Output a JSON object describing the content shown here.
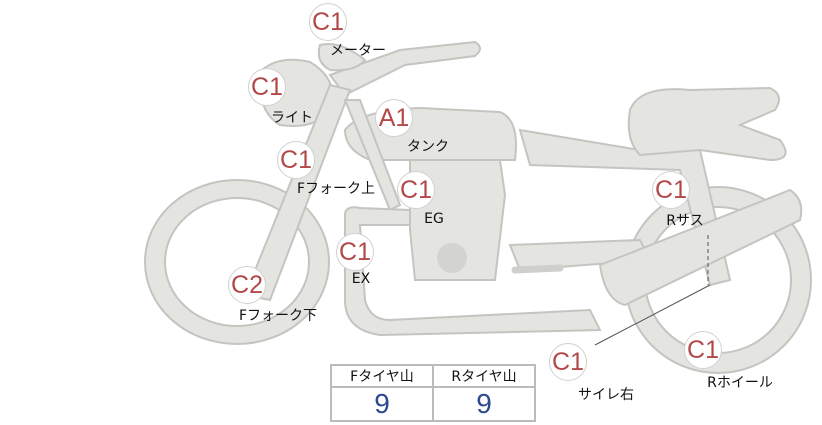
{
  "parts": [
    {
      "grade": "C1",
      "label": "メーター"
    },
    {
      "grade": "C1",
      "label": "ライト"
    },
    {
      "grade": "A1",
      "label": "タンク"
    },
    {
      "grade": "C1",
      "label": "Fフォーク上"
    },
    {
      "grade": "C1",
      "label": "EG"
    },
    {
      "grade": "C1",
      "label": "EX"
    },
    {
      "grade": "C2",
      "label": "Fフォーク下"
    },
    {
      "grade": "C1",
      "label": "Rサス"
    },
    {
      "grade": "C1",
      "label": "サイレ右"
    },
    {
      "grade": "C1",
      "label": "Rホイール"
    }
  ],
  "tire_table": {
    "headers": [
      "Fタイヤ山",
      "Rタイヤ山"
    ],
    "values": [
      "9",
      "9"
    ]
  },
  "colors": {
    "grade": "#b34848",
    "value": "#2c4a8c",
    "body": "#e4e4e1",
    "outline": "#c4c4c0"
  }
}
